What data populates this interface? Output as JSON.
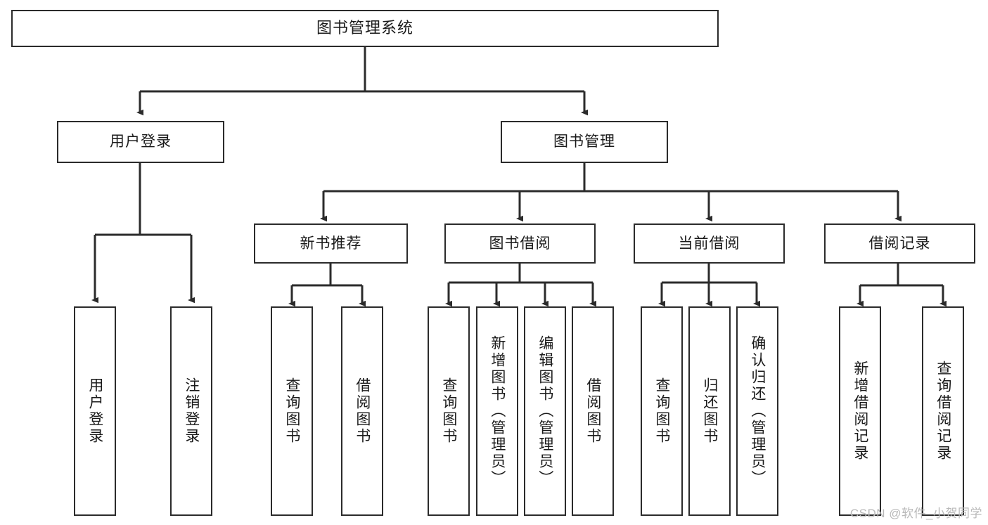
{
  "diagram": {
    "title": "图书管理系统",
    "type": "hierarchy-tree",
    "orientation": "top-down",
    "colors": {
      "box_border": "#2b2b2b",
      "box_fill": "#ffffff",
      "line": "#2b2b2b",
      "text": "#1a1a1a",
      "watermark": "#b9b9b9",
      "background": "#ffffff"
    }
  },
  "nodes": {
    "root": {
      "label": "图书管理系统"
    },
    "level1": [
      {
        "label": "用户登录"
      },
      {
        "label": "图书管理"
      }
    ],
    "level2": [
      {
        "label": "新书推荐"
      },
      {
        "label": "图书借阅"
      },
      {
        "label": "当前借阅"
      },
      {
        "label": "借阅记录"
      }
    ],
    "leaves": {
      "user_login": [
        {
          "label": "用户登录"
        },
        {
          "label": "注销登录"
        }
      ],
      "new_book_recommend": [
        {
          "label": "查询图书"
        },
        {
          "label": "借阅图书"
        }
      ],
      "book_borrow": [
        {
          "label": "查询图书"
        },
        {
          "label": "新增图书（管理员）"
        },
        {
          "label": "编辑图书（管理员）"
        },
        {
          "label": "借阅图书"
        }
      ],
      "current_borrow": [
        {
          "label": "查询图书"
        },
        {
          "label": "归还图书"
        },
        {
          "label": "确认归还（管理员）"
        }
      ],
      "borrow_record": [
        {
          "label": "新增借阅记录"
        },
        {
          "label": "查询借阅记录"
        }
      ]
    }
  },
  "watermark": {
    "text": "CSDN @软件_小贺同学"
  }
}
